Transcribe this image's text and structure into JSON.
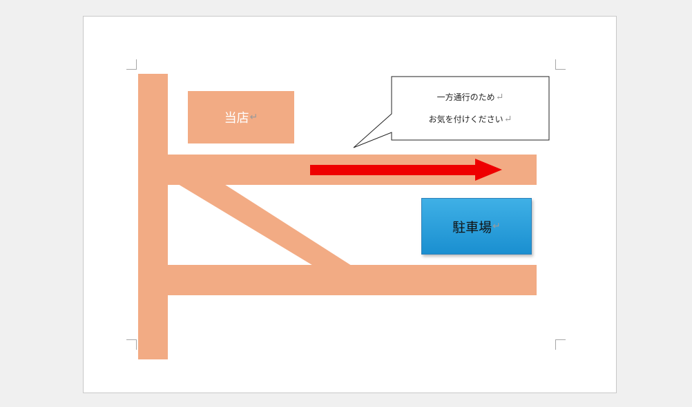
{
  "colors": {
    "road": "#f2ab84",
    "arrow": "#ee0000",
    "parking": "#1a8fd0",
    "page": "#ffffff",
    "canvas": "#f0f0f0"
  },
  "map": {
    "store_label": "当店",
    "parking_label": "駐車場",
    "callout_lines": [
      "一方通行のため",
      "お気を付けください"
    ],
    "paragraph_mark": "↵"
  },
  "icons": [
    "one-way-arrow-icon",
    "paragraph-mark-icon"
  ]
}
